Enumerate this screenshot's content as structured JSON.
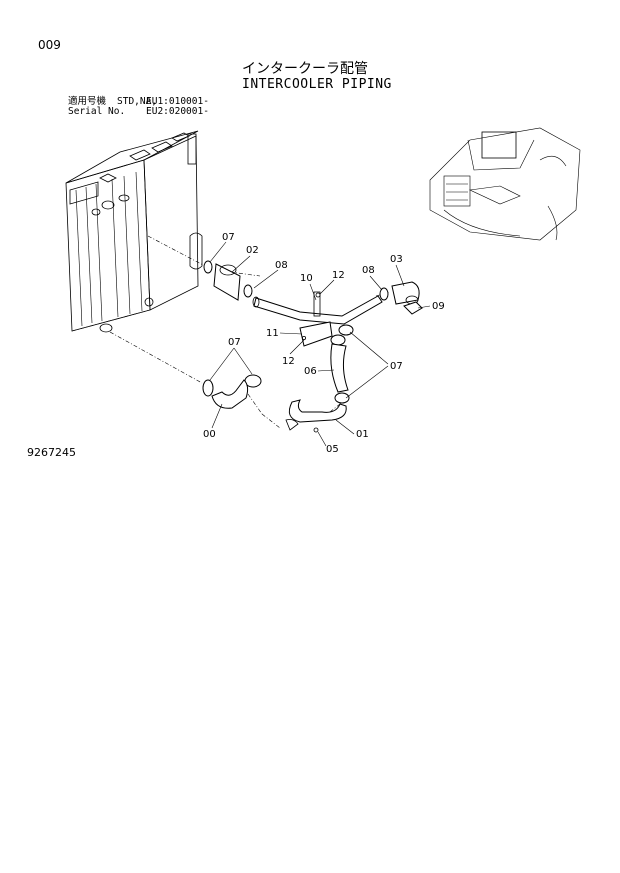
{
  "page_number": "009",
  "title_jp": "インタークーラ配管",
  "title_en": "INTERCOOLER PIPING",
  "serial": {
    "label_jp": "適用号機",
    "label_en": "Serial No.",
    "std": "STD,NA,",
    "eu1": "EU1:010001-",
    "eu2": "EU2:020001-"
  },
  "document_number": "9267245",
  "callouts": {
    "c00": "00",
    "c01": "01",
    "c02": "02",
    "c03": "03",
    "c05": "05",
    "c06": "06",
    "c07a": "07",
    "c07b": "07",
    "c07c": "07",
    "c08a": "08",
    "c08b": "08",
    "c09": "09",
    "c10": "10",
    "c11": "11",
    "c12a": "12",
    "c12b": "12"
  }
}
